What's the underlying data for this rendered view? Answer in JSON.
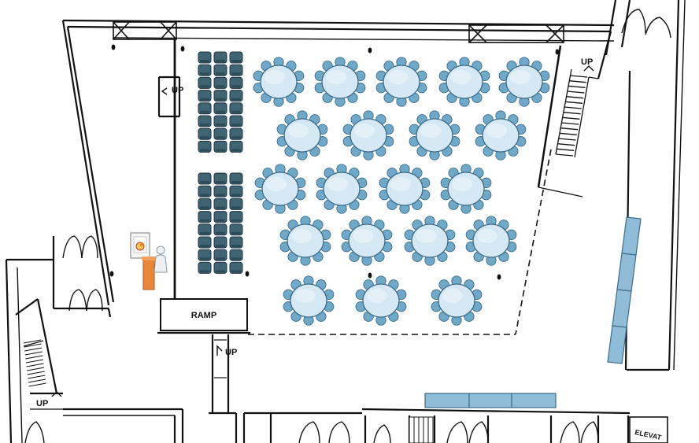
{
  "labels": {
    "up_left_ramp": "UP",
    "up_top_right": "UP",
    "up_below_ramp": "UP",
    "up_bottom_left": "UP",
    "ramp": "RAMP",
    "elevator": "ELEVAT"
  },
  "colors": {
    "wall": "#111111",
    "chair_dark": "#3f6474",
    "chair_dark_stroke": "#1f3440",
    "table_fill": "#d5e8f3",
    "table_chair": "#6fa9c9",
    "table_stroke": "#3d6d8a",
    "buffet_fill": "#8fbcd6",
    "podium_orange": "#e8863a",
    "screen_yellow": "#f2c84b"
  },
  "rounds_per_row": [
    5,
    4,
    4,
    4,
    3
  ],
  "theater_blocks": [
    {
      "rows": 8,
      "columns": 3
    },
    {
      "rows": 8,
      "columns": 3
    }
  ],
  "icons": {
    "podium": "podium-presenter-icon",
    "table": "round-table-icon",
    "chair": "theater-chair-icon"
  }
}
